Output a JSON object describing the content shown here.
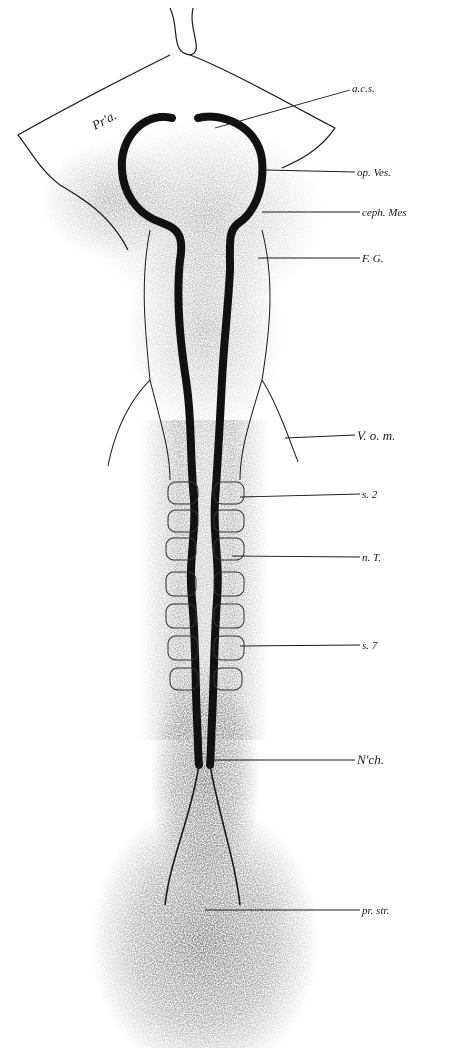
{
  "figure": {
    "labels": {
      "pra": "Pr'a.",
      "acs": "a.c.s.",
      "opves": "op. Ves.",
      "cephmes": "ceph. Mes",
      "fg": "F. G.",
      "vom": "V. o. m.",
      "s2": "s. 2",
      "nt": "n. T.",
      "s7": "s. 7",
      "nch": "N'ch.",
      "prstr": "pr. str."
    }
  },
  "colors": {
    "ink": "#1a1a1a",
    "stipple": "#3a3a3a",
    "paper": "#ffffff"
  }
}
